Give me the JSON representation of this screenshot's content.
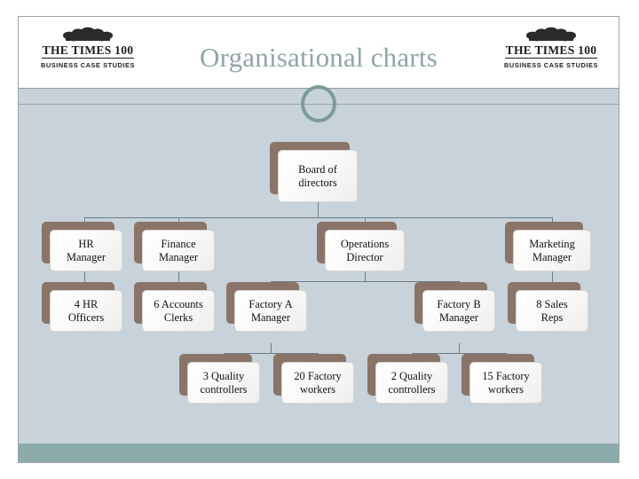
{
  "slide": {
    "title": "Organisational charts",
    "background_color": "#c7d2da",
    "accent_color": "#8cacac",
    "title_color": "#8fa6a8",
    "node_shadow_color": "#8a7468"
  },
  "logo": {
    "main_text": "THE TIMES 100",
    "sub_text": "BUSINESS CASE STUDIES",
    "crest_name": "times-crest-emblem"
  },
  "chart_data": {
    "type": "diagram",
    "title": "Organisational charts",
    "nodes": [
      {
        "id": "board",
        "label": "Board of directors",
        "line1": "Board of",
        "line2": "directors",
        "level": 0
      },
      {
        "id": "hr",
        "label": "HR Manager",
        "line1": "HR",
        "line2": "Manager",
        "level": 1
      },
      {
        "id": "finance",
        "label": "Finance Manager",
        "line1": "Finance",
        "line2": "Manager",
        "level": 1
      },
      {
        "id": "operations",
        "label": "Operations Director",
        "line1": "Operations",
        "line2": "Director",
        "level": 1
      },
      {
        "id": "marketing",
        "label": "Marketing Manager",
        "line1": "Marketing",
        "line2": "Manager",
        "level": 1
      },
      {
        "id": "hrofficers",
        "label": "4 HR Officers",
        "line1": "4 HR",
        "line2": "Officers",
        "level": 2
      },
      {
        "id": "clerks",
        "label": "6 Accounts Clerks",
        "line1": "6 Accounts",
        "line2": "Clerks",
        "level": 2
      },
      {
        "id": "factorya",
        "label": "Factory A Manager",
        "line1": "Factory A",
        "line2": "Manager",
        "level": 2
      },
      {
        "id": "factoryb",
        "label": "Factory B Manager",
        "line1": "Factory B",
        "line2": "Manager",
        "level": 2
      },
      {
        "id": "sales",
        "label": "8 Sales Reps",
        "line1": "8 Sales",
        "line2": "Reps",
        "level": 2
      },
      {
        "id": "qc3",
        "label": "3 Quality controllers",
        "line1": "3 Quality",
        "line2": "controllers",
        "level": 3
      },
      {
        "id": "fw20",
        "label": "20 Factory workers",
        "line1": "20 Factory",
        "line2": "workers",
        "level": 3
      },
      {
        "id": "qc2",
        "label": "2 Quality controllers",
        "line1": "2 Quality",
        "line2": "controllers",
        "level": 3
      },
      {
        "id": "fw15",
        "label": "15 Factory workers",
        "line1": "15 Factory",
        "line2": "workers",
        "level": 3
      }
    ],
    "edges": [
      {
        "from": "board",
        "to": "hr"
      },
      {
        "from": "board",
        "to": "finance"
      },
      {
        "from": "board",
        "to": "operations"
      },
      {
        "from": "board",
        "to": "marketing"
      },
      {
        "from": "hr",
        "to": "hrofficers"
      },
      {
        "from": "finance",
        "to": "clerks"
      },
      {
        "from": "operations",
        "to": "factorya"
      },
      {
        "from": "operations",
        "to": "factoryb"
      },
      {
        "from": "marketing",
        "to": "sales"
      },
      {
        "from": "factorya",
        "to": "qc3"
      },
      {
        "from": "factorya",
        "to": "fw20"
      },
      {
        "from": "factoryb",
        "to": "qc2"
      },
      {
        "from": "factoryb",
        "to": "fw15"
      }
    ]
  }
}
